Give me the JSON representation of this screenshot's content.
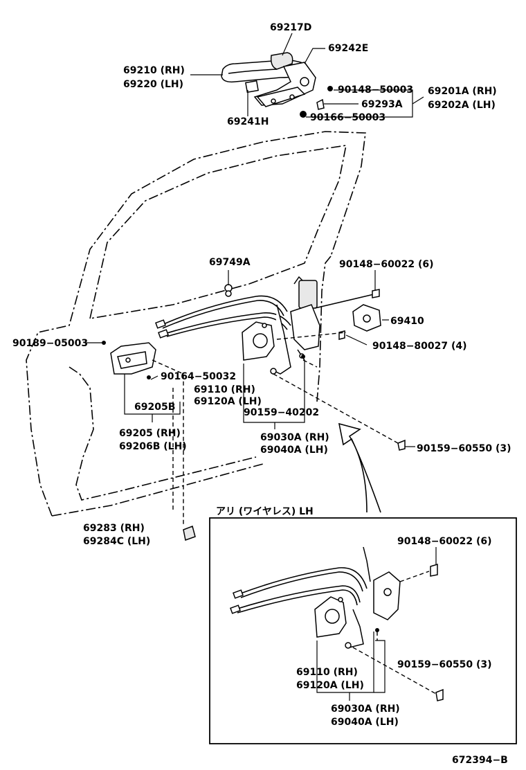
{
  "labels": {
    "p69217D": "69217D",
    "p69242E": "69242E",
    "p69210": "69210 (RH)",
    "p69220": "69220 (LH)",
    "p90148_50003": "90148−50003",
    "p69201A": "69201A (RH)",
    "p69202A": "69202A (LH)",
    "p69293A": "69293A",
    "p69241H": "69241H",
    "p90166_50003": "90166−50003",
    "p69749A": "69749A",
    "p90148_60022_a": "90148−60022 (6)",
    "p69410": "69410",
    "p90189_05003": "90189−05003",
    "p90148_80027": "90148−80027 (4)",
    "p90164_50032": "90164−50032",
    "p69110_a": "69110  (RH)",
    "p69120A_a": "69120A (LH)",
    "p69205B": "69205B",
    "p90159_40202": "90159−40202",
    "p69205": "69205  (RH)",
    "p69206B": "69206B (LH)",
    "p69030A_a": "69030A (RH)",
    "p69040A_a": "69040A (LH)",
    "p90159_60550_a": "90159−60550 (3)",
    "p69283": "69283   (RH)",
    "p69284C": "69284C (LH)",
    "inset_title": "アリ (ワイヤレス) LH",
    "p90148_60022_b": "90148−60022 (6)",
    "p90159_60550_b": "90159−60550 (3)",
    "p69110_b": "69110   (RH)",
    "p69120A_b": "69120A (LH)",
    "p69030A_b": "69030A (RH)",
    "p69040A_b": "69040A (LH)",
    "figure_id": "672394−B"
  }
}
